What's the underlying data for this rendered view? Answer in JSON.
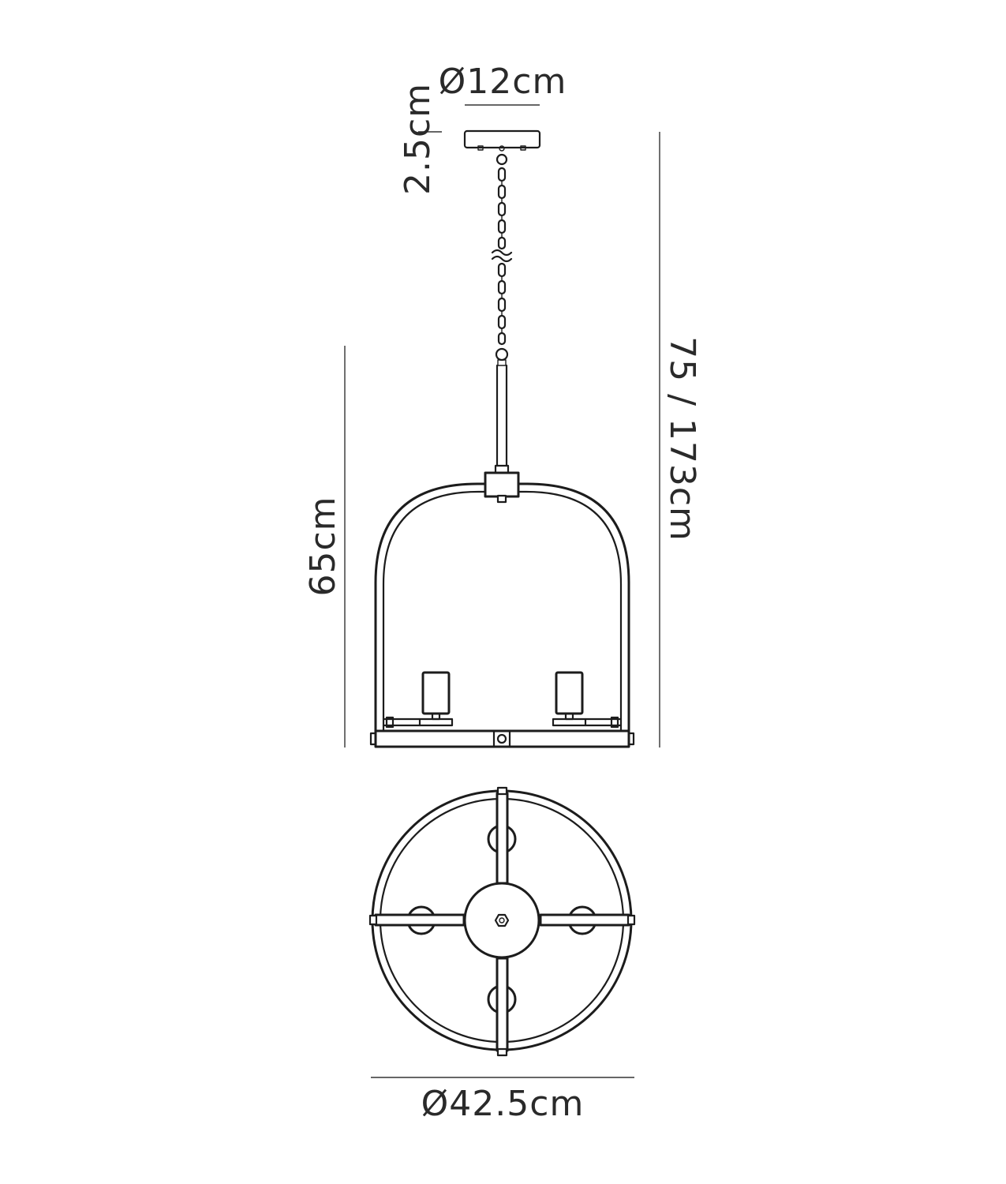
{
  "dimensions": {
    "canopy_diameter": "Ø12cm",
    "canopy_height": "2.5cm",
    "body_height": "65cm",
    "overall_height": "75 / 173cm",
    "overall_diameter": "Ø42.5cm"
  }
}
